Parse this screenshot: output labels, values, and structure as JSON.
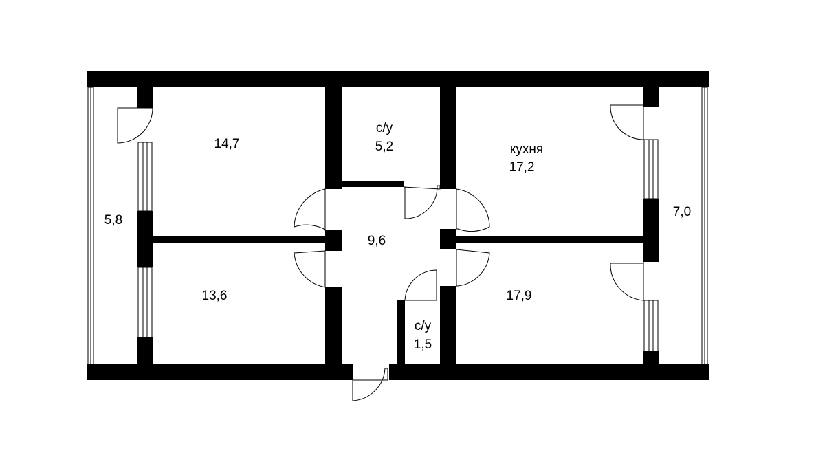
{
  "rooms": {
    "loggia_left": {
      "area": "5,8"
    },
    "room_top_left": {
      "area": "14,7"
    },
    "room_bottom_left": {
      "area": "13,6"
    },
    "bathroom_main": {
      "name": "с/у",
      "area": "5,2"
    },
    "hall": {
      "area": "9,6"
    },
    "toilet_small": {
      "name": "с/у",
      "area": "1,5"
    },
    "kitchen": {
      "name": "кухня",
      "area": "17,2"
    },
    "room_bottom_right": {
      "area": "17,9"
    },
    "loggia_right": {
      "area": "7,0"
    }
  },
  "colors": {
    "wall": "#000000",
    "background": "#ffffff"
  }
}
